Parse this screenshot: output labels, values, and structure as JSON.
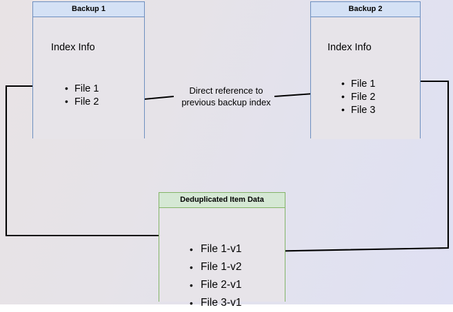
{
  "diagram": {
    "title": "Backup deduplication index reference diagram",
    "background_colors": {
      "gradient_start": "#e8e3e5",
      "gradient_end": "#dfe0f3"
    },
    "colors": {
      "blue_border": "#6c8ebf",
      "blue_header_fill": "#d4e1f5",
      "green_border": "#82b366",
      "green_header_fill": "#d5e8d4",
      "body_fill": "#e7e4e9",
      "connector": "#000000"
    },
    "boxes": [
      {
        "id": "backup1",
        "header": "Backup 1",
        "section_title": "Index Info",
        "items": [
          "File 1",
          "File 2"
        ]
      },
      {
        "id": "backup2",
        "header": "Backup 2",
        "section_title": "Index Info",
        "items": [
          "File 1",
          "File 2",
          "File 3"
        ]
      },
      {
        "id": "dedup",
        "header": "Deduplicated Item Data",
        "items": [
          "File 1-v1",
          "File 1-v2",
          "File 2-v1",
          "File 3-v1"
        ]
      }
    ],
    "annotations": {
      "direct_reference_line1": "Direct reference to",
      "direct_reference_line2": "previous backup index"
    }
  }
}
